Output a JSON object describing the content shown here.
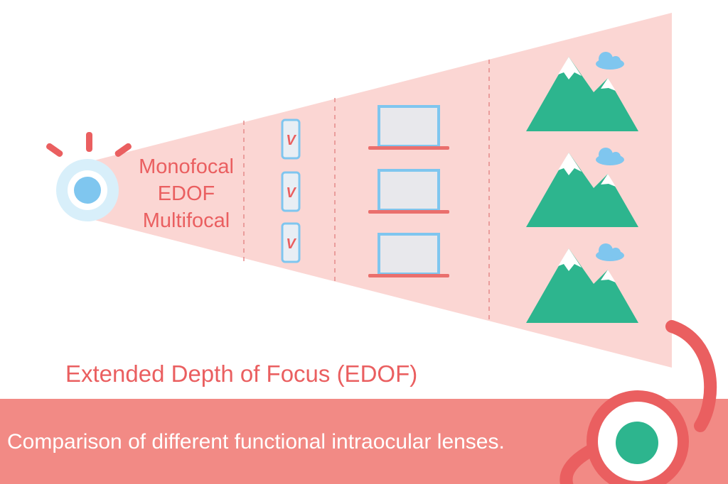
{
  "lens_types": [
    "Monofocal",
    "EDOF",
    "Multifocal"
  ],
  "title": "Extended Depth of Focus (EDOF)",
  "caption": "Comparison of different functional intraocular lenses.",
  "phone_mark": "V",
  "colors": {
    "cone": "#fbd6d3",
    "accent": "#ea5f60",
    "band": "#f28a85",
    "blue": "#7fc6ef",
    "green": "#2db58e"
  }
}
